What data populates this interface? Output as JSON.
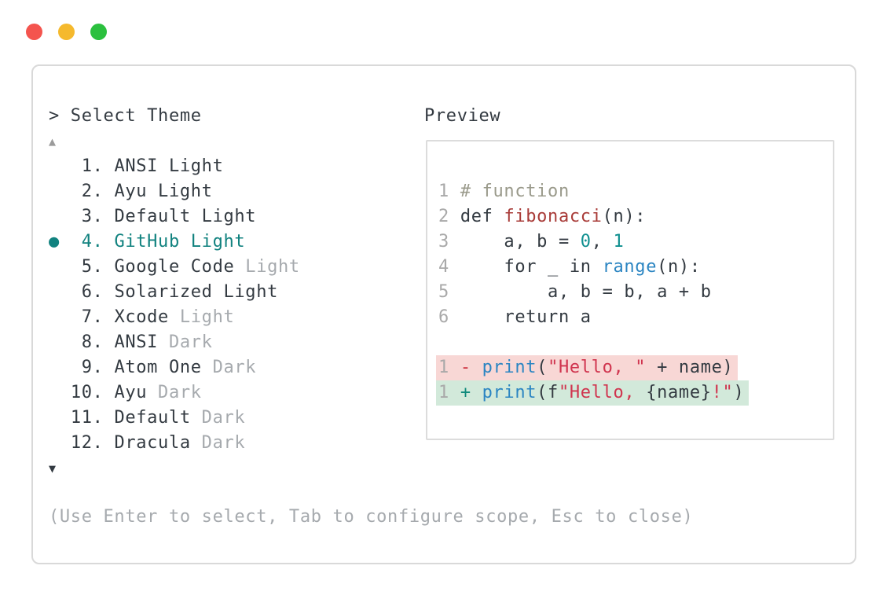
{
  "window": {
    "controls": [
      {
        "name": "close-button",
        "color": "#f4544e"
      },
      {
        "name": "minimize-button",
        "color": "#f5b92d"
      },
      {
        "name": "zoom-button",
        "color": "#2bc03e"
      }
    ]
  },
  "palette": {
    "prompt": "> Select Theme",
    "scroll_up": "▲",
    "scroll_down": "▼",
    "selected_marker": "●",
    "items": [
      {
        "number": 1,
        "label": "ANSI Light",
        "muted_suffix": "",
        "selected": false
      },
      {
        "number": 2,
        "label": "Ayu Light",
        "muted_suffix": "",
        "selected": false
      },
      {
        "number": 3,
        "label": "Default Light",
        "muted_suffix": "",
        "selected": false
      },
      {
        "number": 4,
        "label": "GitHub Light",
        "muted_suffix": "",
        "selected": true
      },
      {
        "number": 5,
        "label": "Google Code",
        "muted_suffix": " Light",
        "selected": false
      },
      {
        "number": 6,
        "label": "Solarized Light",
        "muted_suffix": "",
        "selected": false
      },
      {
        "number": 7,
        "label": "Xcode",
        "muted_suffix": " Light",
        "selected": false
      },
      {
        "number": 8,
        "label": "ANSI",
        "muted_suffix": " Dark",
        "selected": false
      },
      {
        "number": 9,
        "label": "Atom One",
        "muted_suffix": " Dark",
        "selected": false
      },
      {
        "number": 10,
        "label": "Ayu",
        "muted_suffix": " Dark",
        "selected": false
      },
      {
        "number": 11,
        "label": "Default",
        "muted_suffix": " Dark",
        "selected": false
      },
      {
        "number": 12,
        "label": "Dracula",
        "muted_suffix": " Dark",
        "selected": false
      }
    ],
    "help_text": "(Use Enter to select, Tab to configure scope, Esc to close)"
  },
  "preview": {
    "title": "Preview",
    "code_lines": [
      {
        "number": "1",
        "tokens": [
          {
            "type": "comment",
            "text": "# function"
          }
        ]
      },
      {
        "number": "2",
        "tokens": [
          {
            "type": "keyword",
            "text": "def"
          },
          {
            "type": "plain",
            "text": " "
          },
          {
            "type": "function",
            "text": "fibonacci"
          },
          {
            "type": "plain",
            "text": "(n):"
          }
        ]
      },
      {
        "number": "3",
        "tokens": [
          {
            "type": "plain",
            "text": "    a, b = "
          },
          {
            "type": "number",
            "text": "0"
          },
          {
            "type": "plain",
            "text": ", "
          },
          {
            "type": "number",
            "text": "1"
          }
        ]
      },
      {
        "number": "4",
        "tokens": [
          {
            "type": "plain",
            "text": "    "
          },
          {
            "type": "keyword",
            "text": "for"
          },
          {
            "type": "plain",
            "text": " _ "
          },
          {
            "type": "keyword",
            "text": "in"
          },
          {
            "type": "plain",
            "text": " "
          },
          {
            "type": "builtin",
            "text": "range"
          },
          {
            "type": "plain",
            "text": "(n):"
          }
        ]
      },
      {
        "number": "5",
        "tokens": [
          {
            "type": "plain",
            "text": "        a, b = b, a + b"
          }
        ]
      },
      {
        "number": "6",
        "tokens": [
          {
            "type": "plain",
            "text": "    "
          },
          {
            "type": "keyword",
            "text": "return"
          },
          {
            "type": "plain",
            "text": " a"
          }
        ]
      }
    ],
    "diff_lines": [
      {
        "number": "1",
        "sign": "-",
        "kind": "deleted",
        "tokens": [
          {
            "type": "builtin",
            "text": "print"
          },
          {
            "type": "plain",
            "text": "("
          },
          {
            "type": "string",
            "text": "\"Hello, \""
          },
          {
            "type": "plain",
            "text": " + name)"
          }
        ]
      },
      {
        "number": "1",
        "sign": "+",
        "kind": "inserted",
        "tokens": [
          {
            "type": "builtin",
            "text": "print"
          },
          {
            "type": "plain",
            "text": "(f"
          },
          {
            "type": "string",
            "text": "\"Hello, "
          },
          {
            "type": "plain",
            "text": "{name}"
          },
          {
            "type": "string",
            "text": "!\""
          },
          {
            "type": "plain",
            "text": ")"
          }
        ]
      }
    ]
  },
  "colors": {
    "text": "#333a41",
    "muted": "#a6aaae",
    "accent_teal": "#11827f",
    "border": "#d9d9d9",
    "comment": "#9a9a8b",
    "function_name": "#a93c39",
    "number_literal": "#0f8f8f",
    "builtin": "#2b85c2",
    "string": "#d0344e",
    "diff_minus": "#ce3643",
    "diff_plus": "#118a7c",
    "diff_deleted_bg": "#f8d7d5",
    "diff_inserted_bg": "#d2e9da"
  }
}
